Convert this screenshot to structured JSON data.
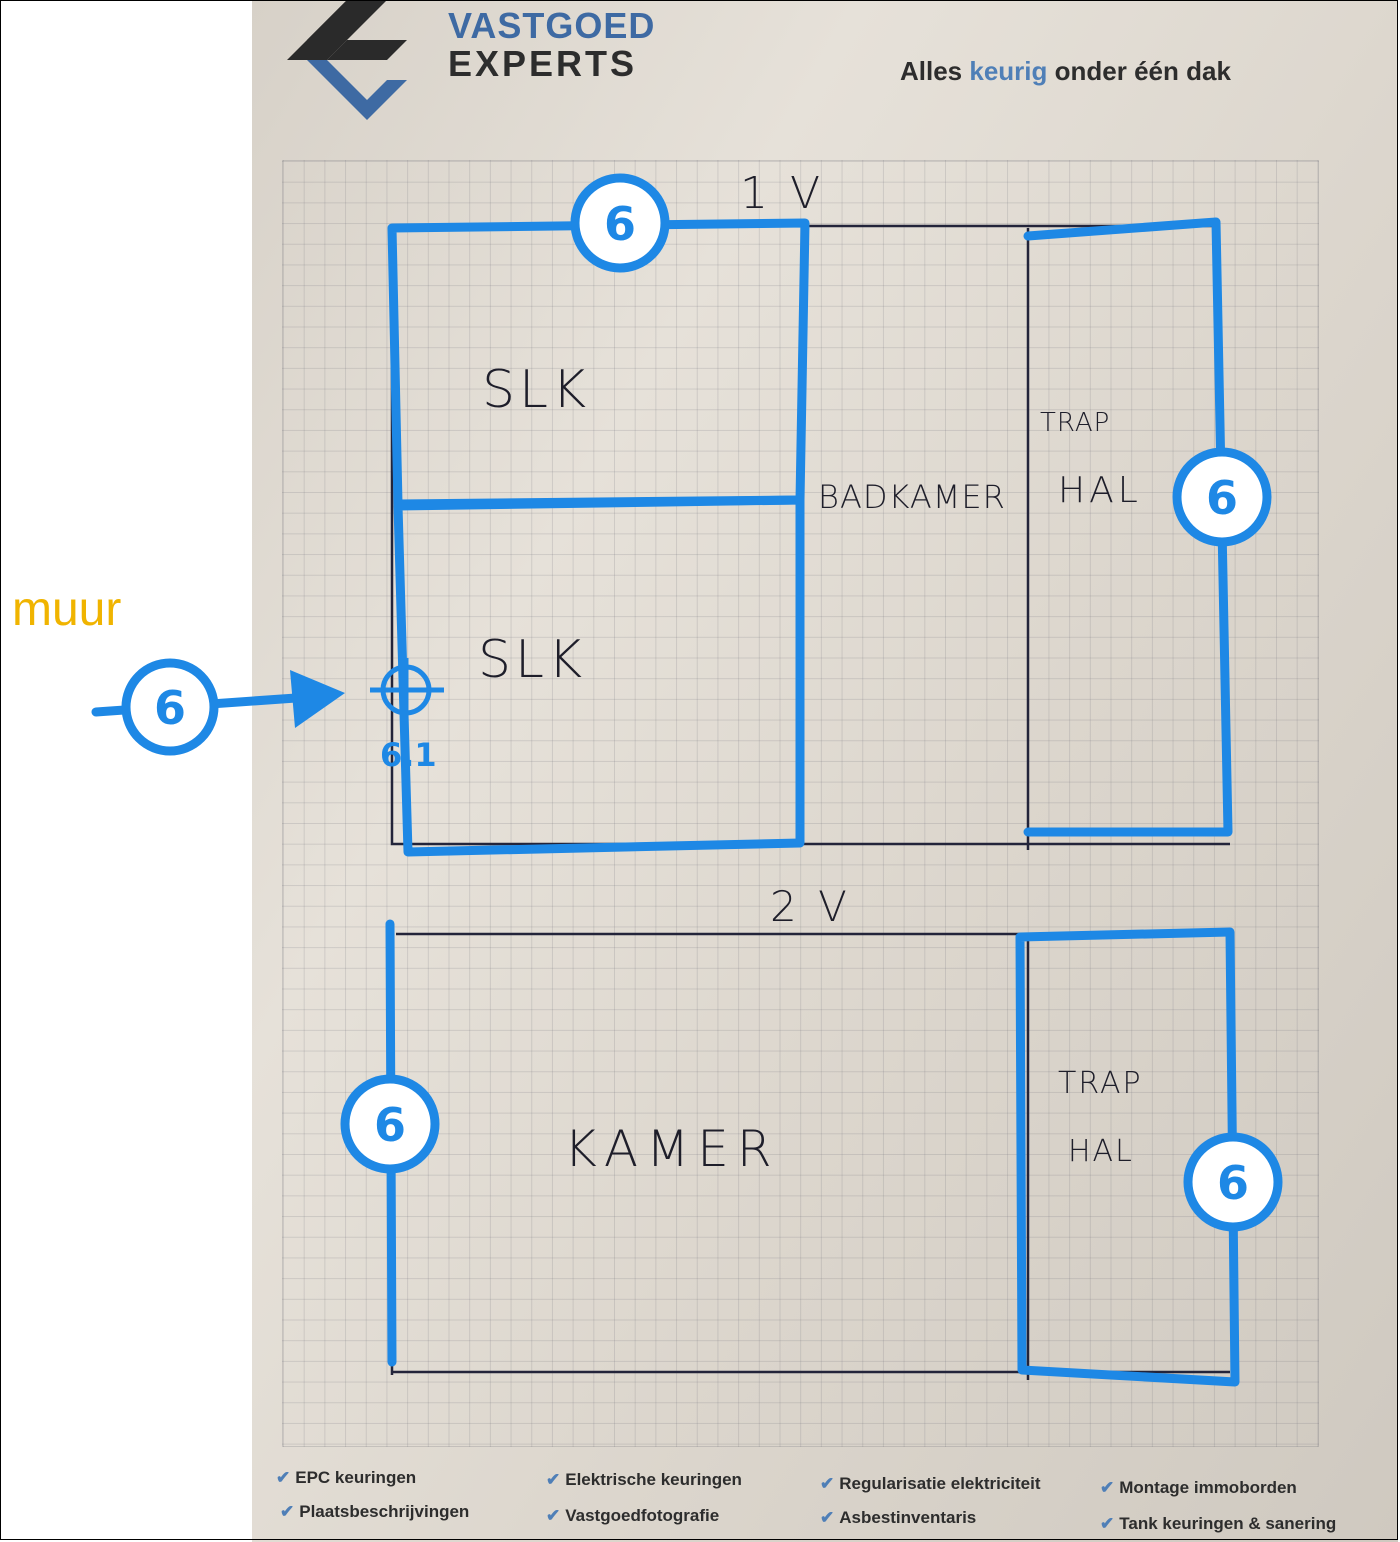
{
  "brand": {
    "line1": "VASTGOED",
    "line2": "EXPERTS",
    "tagline_pre": "Alles ",
    "tagline_accent": "keurig",
    "tagline_post": " onder één dak"
  },
  "floor_labels": {
    "first": "1 V",
    "second": "2 V"
  },
  "rooms": {
    "slk_top": "SLK",
    "slk_bottom": "SLK",
    "badkamer": "BADKAMER",
    "trap1": "TRAP",
    "hal1": "HAL",
    "kamer": "KAMER",
    "trap2": "TRAP",
    "hal2": "HAL"
  },
  "side_note": "muur",
  "markers": {
    "m_top": "6",
    "m_right_top": "6",
    "m_left_arrow": "6",
    "m_left_bottom": "6",
    "m_right_bottom": "6",
    "point_label": "6.1"
  },
  "services": [
    "EPC keuringen",
    "Elektrische keuringen",
    "Regularisatie elektriciteit",
    "Montage immoborden",
    "Plaatsbeschrijvingen",
    "Vastgoedfotografie",
    "Asbestinventaris",
    "Tank keuringen & sanering"
  ],
  "check_glyph": "✔",
  "colors": {
    "annotation_blue": "#1e88e5",
    "note_yellow": "#f0b400",
    "brand_blue": "#3e6aa3"
  }
}
